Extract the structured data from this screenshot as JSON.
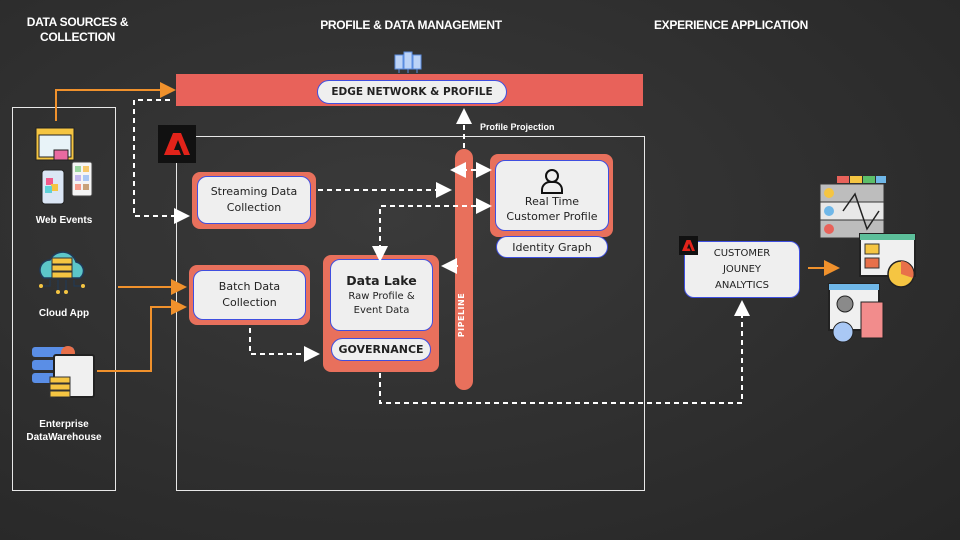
{
  "headers": {
    "sources": "DATA SOURCES & COLLECTION",
    "profile": "PROFILE & DATA MANAGEMENT",
    "experience": "EXPERIENCE APPLICATION"
  },
  "sources": {
    "web_events": "Web Events",
    "cloud_app": "Cloud App",
    "warehouse_line1": "Enterprise",
    "warehouse_line2": "DataWarehouse"
  },
  "edge": {
    "label": "EDGE NETWORK & PROFILE"
  },
  "profile_projection": "Profile Projection",
  "streaming": {
    "line1": "Streaming Data",
    "line2": "Collection"
  },
  "batch": {
    "line1": "Batch Data",
    "line2": "Collection"
  },
  "data_lake": {
    "title": "Data Lake",
    "line1": "Raw Profile &",
    "line2": "Event Data",
    "governance": "GOVERNANCE"
  },
  "pipeline": "PIPELINE",
  "rtcp": {
    "line1": "Real Time",
    "line2": "Customer Profile",
    "identity": "Identity Graph"
  },
  "cja": {
    "line1": "CUSTOMER",
    "line2": "JOUNEY",
    "line3": "ANALYTICS"
  },
  "colors": {
    "accent": "#e8705c",
    "edge_bar": "#e8625a",
    "border_blue": "#3f4fe0",
    "orange_arrow": "#f0912c",
    "adobe_red": "#e2231a"
  }
}
